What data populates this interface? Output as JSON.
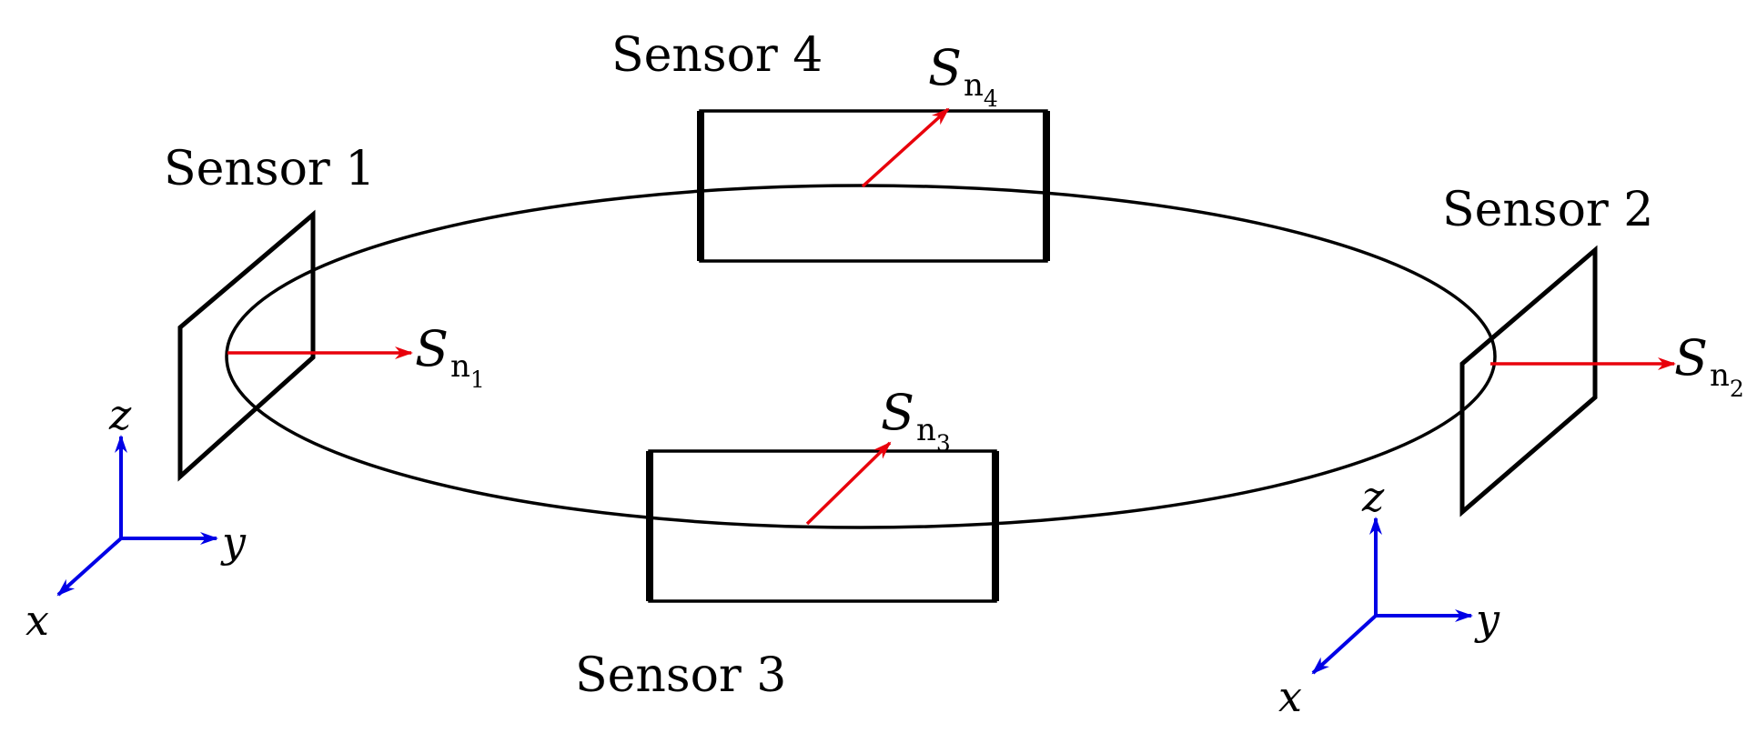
{
  "colors": {
    "outline": "#000000",
    "normal_vector": "#e8000b",
    "axis": "#0000e6"
  },
  "sensors": [
    {
      "label": "Sensor 1",
      "vector": {
        "main": "S",
        "sub": "n",
        "subsub": "1"
      }
    },
    {
      "label": "Sensor 2",
      "vector": {
        "main": "S",
        "sub": "n",
        "subsub": "2"
      }
    },
    {
      "label": "Sensor 3",
      "vector": {
        "main": "S",
        "sub": "n",
        "subsub": "3"
      }
    },
    {
      "label": "Sensor 4",
      "vector": {
        "main": "S",
        "sub": "n",
        "subsub": "4"
      }
    }
  ],
  "axes": {
    "x": "x",
    "y": "y",
    "z": "z"
  }
}
